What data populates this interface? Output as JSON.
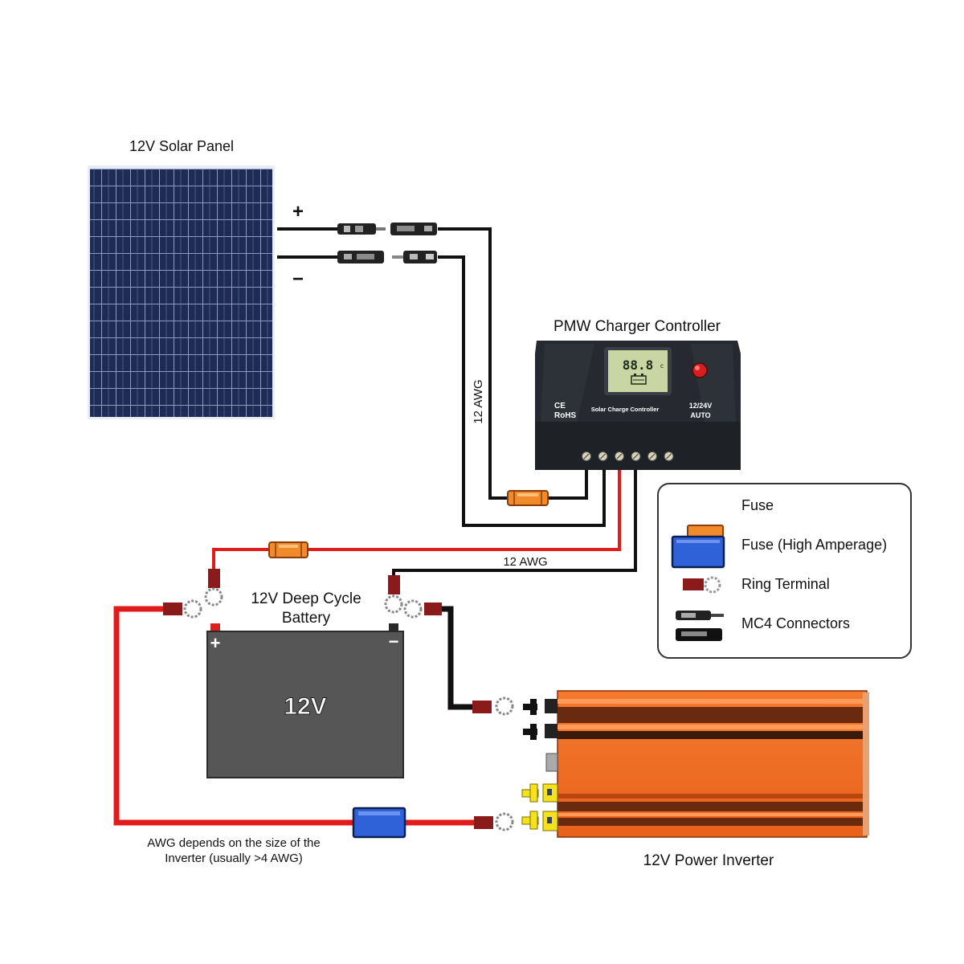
{
  "title": "Solar Power System Wiring Diagram",
  "components": {
    "solar_panel": {
      "label": "12V Solar Panel",
      "plus_symbol": "+",
      "minus_symbol": "−"
    },
    "charge_controller": {
      "label": "PMW Charger Controller",
      "lcd_reading": "88.8",
      "lcd_unit": "c",
      "cert_line1": "CE",
      "cert_line2": "RoHS",
      "device_text": "Solar Charge Controller",
      "voltage_line1": "12/24V",
      "voltage_line2": "AUTO",
      "terminal_count": 6
    },
    "battery": {
      "label_line1": "12V Deep Cycle",
      "label_line2": "Battery",
      "voltage": "12V",
      "plus_symbol": "+",
      "minus_symbol": "−"
    },
    "inverter": {
      "label": "12V Power Inverter"
    }
  },
  "wire_labels": {
    "panel_to_controller": "12 AWG",
    "controller_to_battery": "12 AWG",
    "inverter_note_line1": "AWG depends on the size of the",
    "inverter_note_line2": "Inverter (usually >4 AWG)"
  },
  "legend": {
    "items": [
      {
        "label": "Fuse",
        "icon": "fuse-icon"
      },
      {
        "label": "Fuse (High Amperage)",
        "icon": "high-amperage-fuse-icon"
      },
      {
        "label": "Ring Terminal",
        "icon": "ring-terminal-icon"
      },
      {
        "label": "MC4 Connectors",
        "icon": "mc4-connector-icon"
      }
    ]
  },
  "colors": {
    "positive_wire": "#e01b1b",
    "negative_wire": "#111111",
    "fuse": "#f08a2a",
    "high_amp_fuse": "#2f62d8",
    "inverter_body": "#f26a1f",
    "battery_body": "#555555",
    "panel_cells": "#1f2a55"
  }
}
